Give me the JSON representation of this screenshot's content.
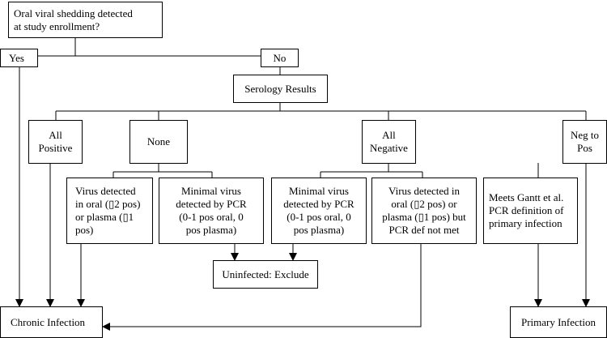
{
  "nodes": {
    "question": "Oral viral shedding detected\nat study enrollment?",
    "yes": "Yes",
    "no": "No",
    "serology": "Serology Results",
    "all_positive": "All\nPositive",
    "none": "None",
    "all_negative": "All\nNegative",
    "neg_to_pos": "Neg to\nPos",
    "virus_detected_1": "Virus detected\nin oral (▯2 pos)\nor plasma (▯1\npos)",
    "minimal_virus_1": "Minimal virus\ndetected by PCR\n(0-1 pos oral, 0\npos plasma)",
    "minimal_virus_2": "Minimal virus\ndetected by PCR\n(0-1 pos oral, 0\npos plasma)",
    "virus_detected_2": "Virus detected in\noral (▯2 pos) or\nplasma (▯1 pos) but\nPCR def not met",
    "meets_gantt": "Meets Gantt et al.\nPCR definition of\nprimary infection",
    "uninfected": "Uninfected: Exclude",
    "chronic": "Chronic Infection",
    "primary": "Primary Infection"
  }
}
